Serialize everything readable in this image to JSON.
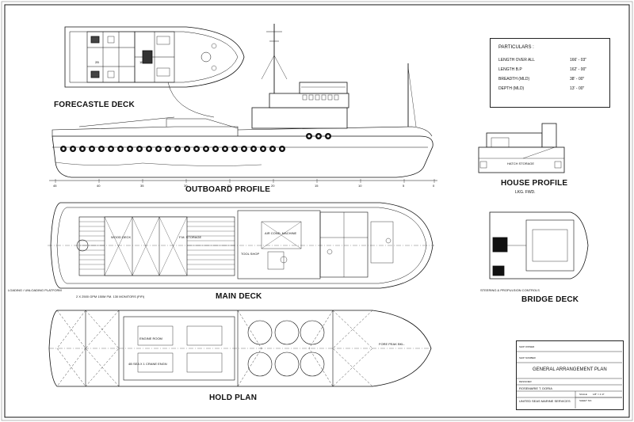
{
  "labels": {
    "forecastle_deck": "FORECASTLE DECK",
    "outboard_profile": "OUTBOARD PROFILE",
    "house_profile": "HOUSE PROFILE",
    "house_profile_sub": "LKG. FWD.",
    "main_deck": "MAIN DECK",
    "bridge_deck": "BRIDGE DECK",
    "hold_plan": "HOLD PLAN",
    "wood_deck": "WOOD DECK",
    "fm_storage": "F.M. STORAGE",
    "air_cond_machine": "AIR COND. MACHINE",
    "tool_shop": "TOOL SHOP",
    "engine_room": "ENGINE ROOM",
    "fore_peak": "FORE PEAK BKL.",
    "loading_platform": "LOADING / UNLOADING PLATFORM",
    "monitors_note": "2 X 2500 GPM 150M FM. 130 MONITORS (FiFi)",
    "steering_controls": "STEERING & PROPULSION CONTROLS",
    "hatch_storage": "HATCH STORAGE",
    "crane_note": "4B SEA X 1 CRANE ENGN",
    "rooms": [
      "2B",
      "1B"
    ],
    "frame_marks": [
      "45",
      "40",
      "35",
      "30",
      "25",
      "20",
      "15",
      "10",
      "5",
      "0"
    ]
  },
  "particulars": {
    "heading": "PARTICULARS :",
    "rows": [
      {
        "label": "LENGTH OVER ALL",
        "value": "166' - 03\""
      },
      {
        "label": "LENGTH B.P",
        "value": "162' - 00\""
      },
      {
        "label": "BREADTH (MLD)",
        "value": "38' - 00\""
      },
      {
        "label": "DEPTH (MLD)",
        "value": "13' - 00\""
      }
    ]
  },
  "title_block": {
    "plan_title": "GENERAL ARRANGEMENT PLAN",
    "designer": "ROSEMARIE T. DORIA",
    "company": "UNITED SEAS MARINE SERVICES",
    "scale": "1/8\" = 1'-0\"",
    "field_small": [
      "SHIP OWNER",
      "SHIP NUMBER",
      "DESIGNER",
      "SCALE",
      "SHEET NO."
    ]
  }
}
